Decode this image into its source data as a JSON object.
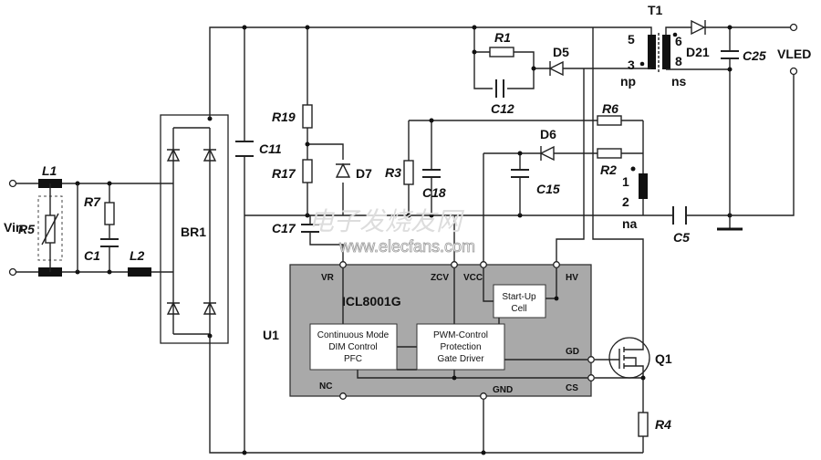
{
  "components": {
    "L1": "L1",
    "L2": "L2",
    "R5": "R5",
    "R7": "R7",
    "C1": "C1",
    "Vin": "Vin",
    "BR1": "BR1",
    "C11": "C11",
    "R19": "R19",
    "R17": "R17",
    "D7": "D7",
    "C17": "C17",
    "R3": "R3",
    "C18": "C18",
    "C15": "C15",
    "D6": "D6",
    "R6": "R6",
    "R2": "R2",
    "R1": "R1",
    "D5": "D5",
    "C12": "C12",
    "T1": "T1",
    "D21": "D21",
    "C25": "C25",
    "VLED": "VLED",
    "C5": "C5",
    "Q1": "Q1",
    "R4": "R4",
    "U1": "U1"
  },
  "transformer": {
    "pin5": "5",
    "pin3": "3",
    "pin6": "6",
    "pin8": "8",
    "pin1": "1",
    "pin2": "2",
    "np": "np",
    "ns": "ns",
    "na": "na"
  },
  "ic": {
    "name": "ICL8001G",
    "pins": {
      "VR": "VR",
      "ZCV": "ZCV",
      "VCC": "VCC",
      "HV": "HV",
      "GD": "GD",
      "CS": "CS",
      "NC": "NC",
      "GND": "GND"
    },
    "blocks": {
      "dim": [
        "Continuous Mode",
        "DIM Control",
        "PFC"
      ],
      "pwm": [
        "PWM-Control",
        "Protection",
        "Gate Driver"
      ],
      "startup": [
        "Start-Up",
        "Cell"
      ]
    }
  },
  "watermark": {
    "cn": "电子发烧友网",
    "url": "www.elecfans.com"
  }
}
